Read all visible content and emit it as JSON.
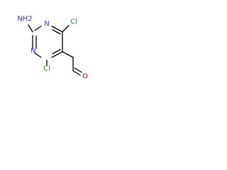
{
  "molecule": {
    "atoms": {
      "amine": {
        "label": "NH2",
        "color": "#2f2fe0"
      },
      "ring_n_top": {
        "label": "N",
        "color": "#2f2fe0"
      },
      "ring_n_bottom": {
        "label": "N",
        "color": "#2f2fe0"
      },
      "chloro_top": {
        "label": "Cl",
        "color": "#1f9b1f"
      },
      "chloro_bottom": {
        "label": "Cl",
        "color": "#1f9b1f"
      },
      "aldehyde_oxygen": {
        "label": "O",
        "color": "#e00000"
      }
    },
    "bond_color": "#000000"
  }
}
